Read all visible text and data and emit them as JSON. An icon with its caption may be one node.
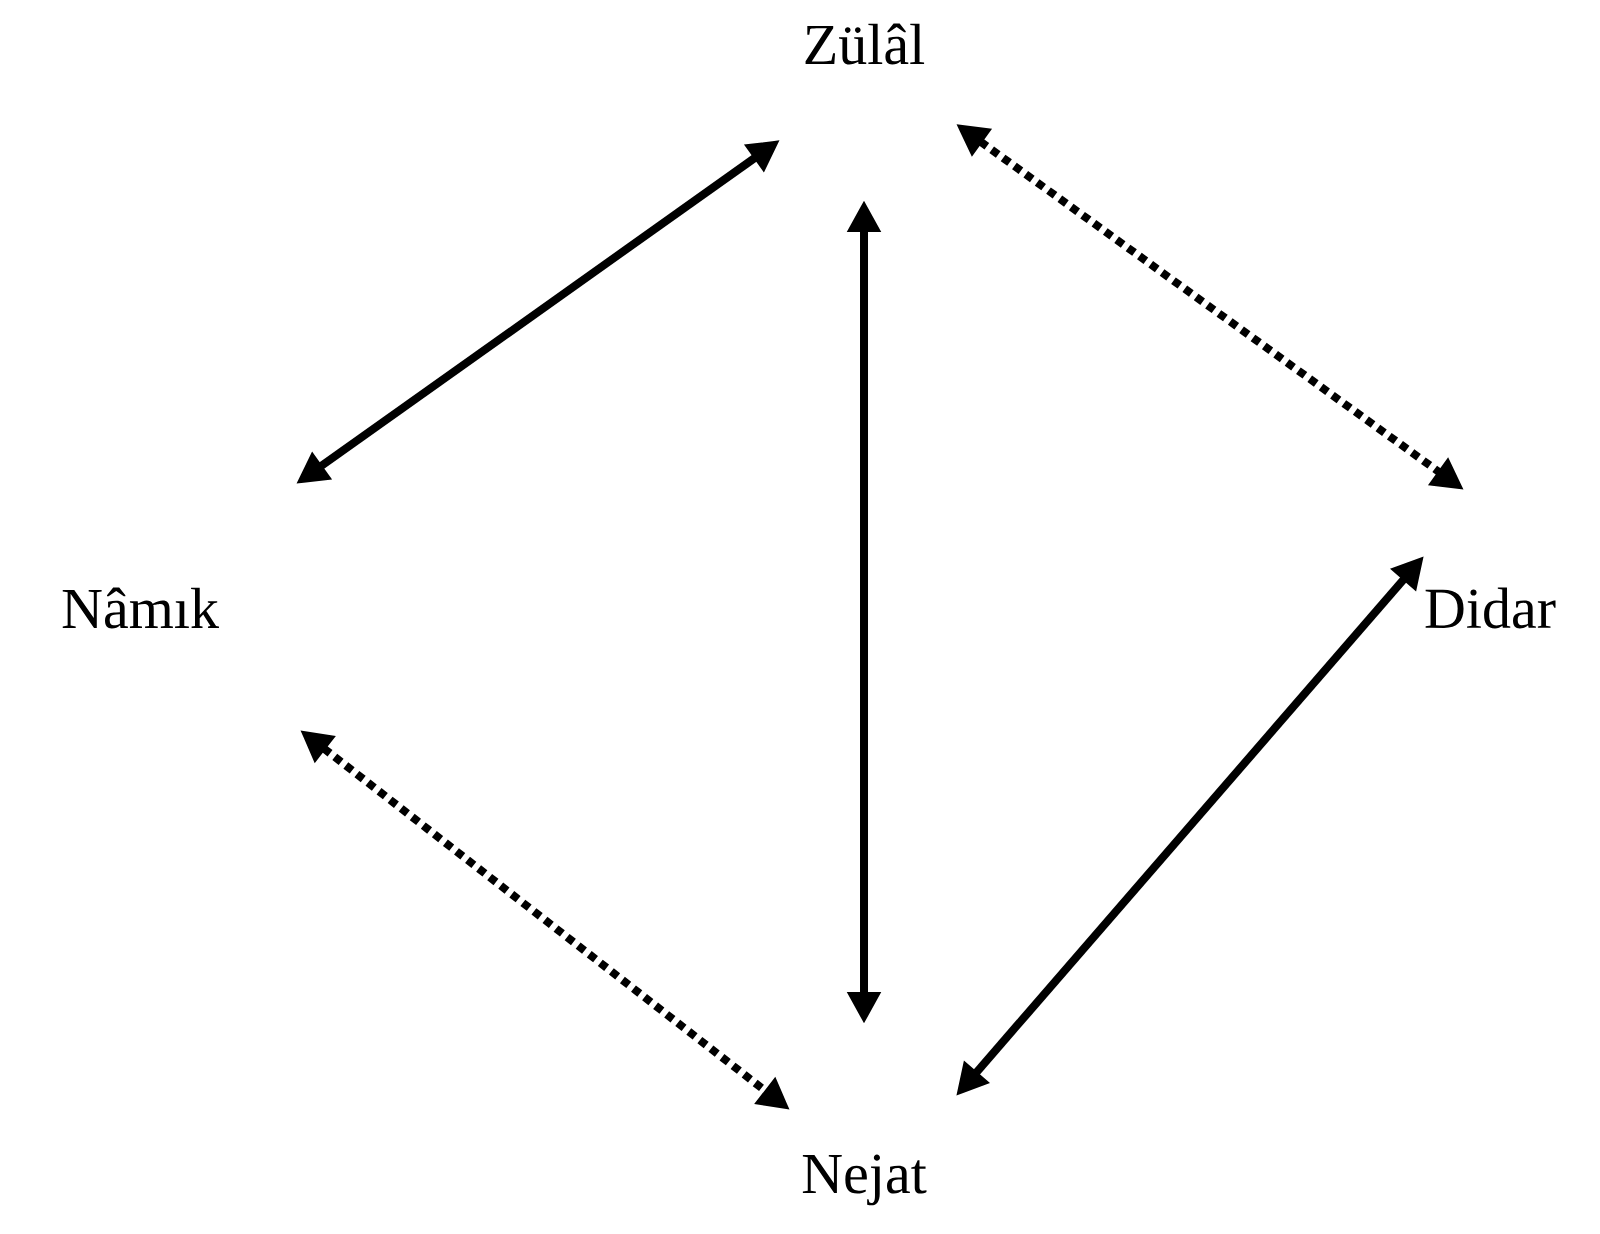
{
  "diagram": {
    "nodes": [
      {
        "text": [
          "Zülâl"
        ]
      },
      {
        "text": [
          "Nâmık"
        ]
      },
      {
        "text": [
          "Didar"
        ]
      },
      {
        "text": [
          "Nejat"
        ]
      }
    ],
    "edges": [
      {
        "from": 0,
        "to": 1,
        "arrow": "both"
      },
      {
        "from": 0,
        "to": 2,
        "arrow": "both",
        "style": "dashed"
      },
      {
        "from": 0,
        "to": 3,
        "arrow": "both"
      },
      {
        "from": 1,
        "to": 3,
        "arrow": "both",
        "style": "dashed"
      },
      {
        "from": 2,
        "to": 3,
        "arrow": "both"
      }
    ]
  }
}
